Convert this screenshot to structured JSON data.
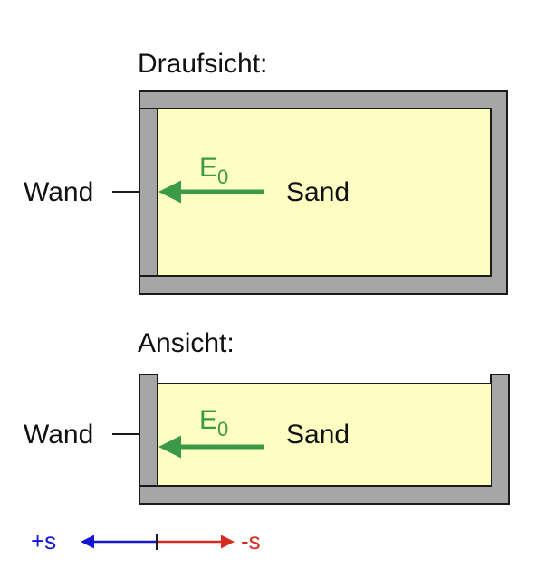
{
  "colors": {
    "wall": "#a6a6a6",
    "sand": "#fefec3",
    "outline": "#1a1a1a",
    "force_arrow": "#3a9a48",
    "positive": "#1515d6",
    "negative": "#d62b1e"
  },
  "top_view": {
    "title": "Draufsicht:",
    "wall_label": "Wand",
    "sand_label": "Sand",
    "force_label": "E",
    "force_subscript": "0"
  },
  "side_view": {
    "title": "Ansicht:",
    "wall_label": "Wand",
    "sand_label": "Sand",
    "force_label": "E",
    "force_subscript": "0"
  },
  "direction_axis": {
    "positive_label": "+s",
    "negative_label": "-s"
  }
}
